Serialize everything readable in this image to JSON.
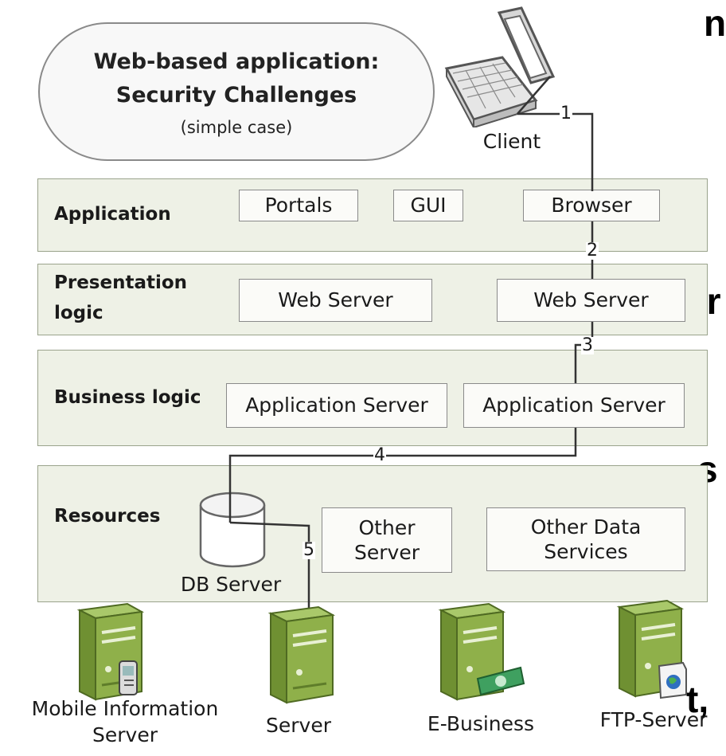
{
  "background_text": [
    "n",
    "er",
    "s",
    "t,"
  ],
  "title": {
    "line1": "Web-based application:",
    "line2": "Security Challenges",
    "line3": "(simple case)"
  },
  "client": {
    "label": "Client"
  },
  "layers": {
    "application": {
      "label": "Application",
      "boxes": [
        "Portals",
        "GUI",
        "Browser"
      ]
    },
    "presentation": {
      "label_line1": "Presentation",
      "label_line2": "logic",
      "boxes": [
        "Web Server",
        "Web Server"
      ]
    },
    "business": {
      "label": "Business logic",
      "boxes": [
        "Application Server",
        "Application Server"
      ]
    },
    "resources": {
      "label": "Resources",
      "db_label": "DB Server",
      "other_server": {
        "line1": "Other",
        "line2": "Server"
      },
      "other_data": {
        "line1": "Other Data",
        "line2": "Services"
      }
    }
  },
  "connections": [
    "1",
    "2",
    "3",
    "4",
    "5"
  ],
  "servers": [
    {
      "line1": "Mobile Information",
      "line2": "Server"
    },
    {
      "line1": "Server"
    },
    {
      "line1": "E-Business"
    },
    {
      "line1": "FTP-Server"
    }
  ],
  "colors": {
    "layer_fill": "#eef1e6",
    "server_green": "#8fb04a",
    "server_dark": "#5f7d2a"
  }
}
